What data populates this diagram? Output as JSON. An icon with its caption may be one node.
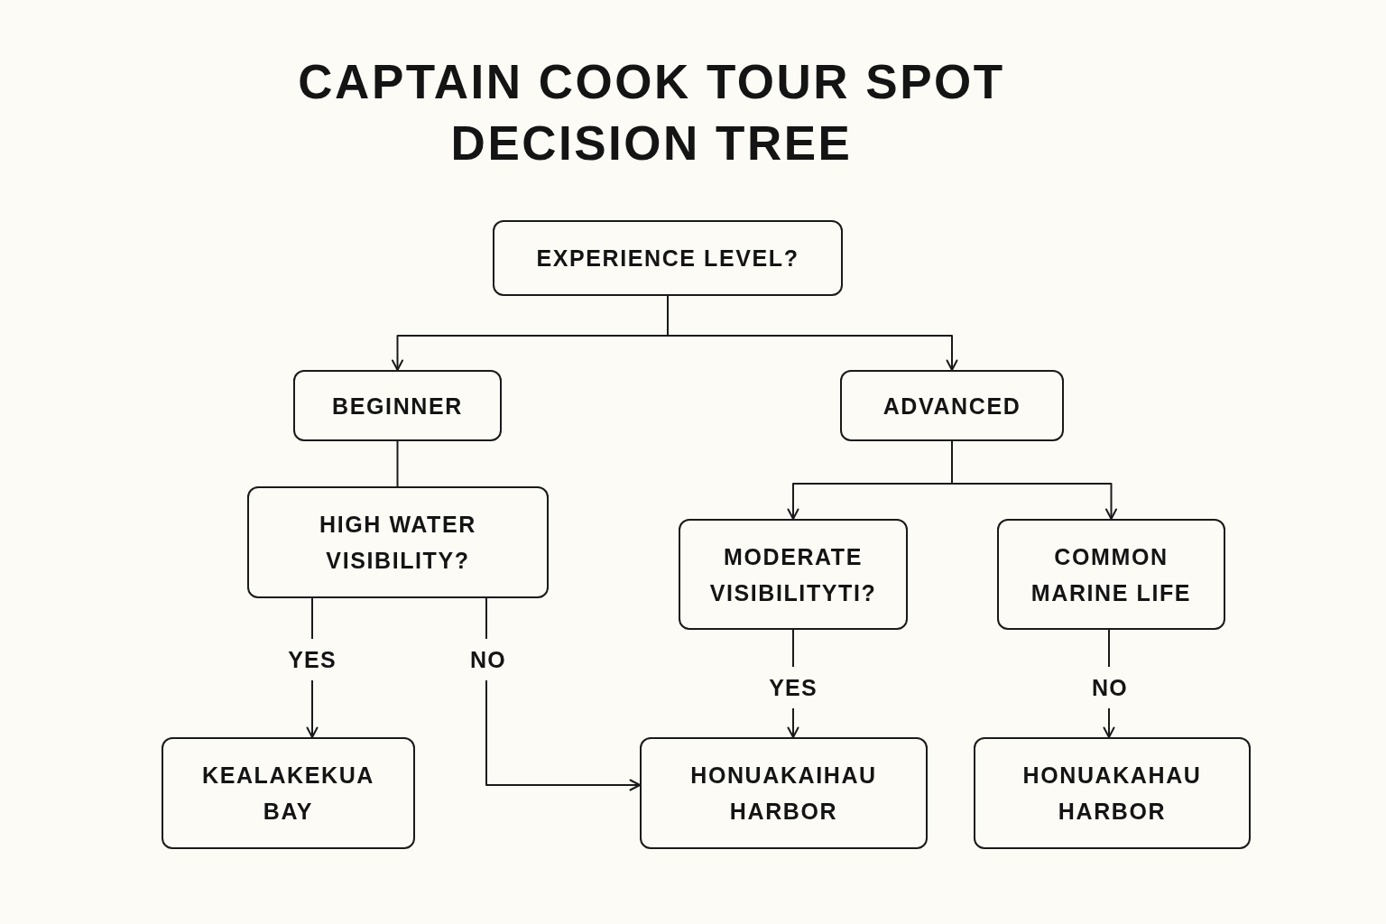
{
  "diagram": {
    "title": "CAPTAIN COOK TOUR SPOT DECISION TREE",
    "nodes": [
      {
        "text": [
          "EXPERIENCE LEVEL?"
        ]
      },
      {
        "text": [
          "BEGINNER"
        ]
      },
      {
        "text": [
          "ADVANCED"
        ]
      },
      {
        "text": [
          "HIGH WATER VISIBILITY?"
        ]
      },
      {
        "text": [
          "MODERATE VISIBILITYTI?"
        ]
      },
      {
        "text": [
          "COMMON MARINE LIFE"
        ]
      },
      {
        "text": [
          "KEALAKEKUA BAY"
        ]
      },
      {
        "text": [
          "HONUAKAIHAU HARBOR"
        ]
      },
      {
        "text": [
          "HONUAKAHAU HARBOR"
        ]
      }
    ],
    "edges": [
      {
        "from": 0,
        "to": 1,
        "arrow": "to"
      },
      {
        "from": 0,
        "to": 2,
        "arrow": "to"
      },
      {
        "from": 1,
        "to": 3,
        "arrow": "none"
      },
      {
        "from": 2,
        "to": 4,
        "arrow": "to"
      },
      {
        "from": 2,
        "to": 5,
        "arrow": "to"
      },
      {
        "from": 3,
        "to": 6,
        "arrow": "to",
        "label": "YES"
      },
      {
        "from": 3,
        "to": 7,
        "arrow": "to",
        "label": "NO"
      },
      {
        "from": 4,
        "to": 7,
        "arrow": "to",
        "label": "YES"
      },
      {
        "from": 5,
        "to": 8,
        "arrow": "to",
        "label": "NO"
      }
    ]
  }
}
